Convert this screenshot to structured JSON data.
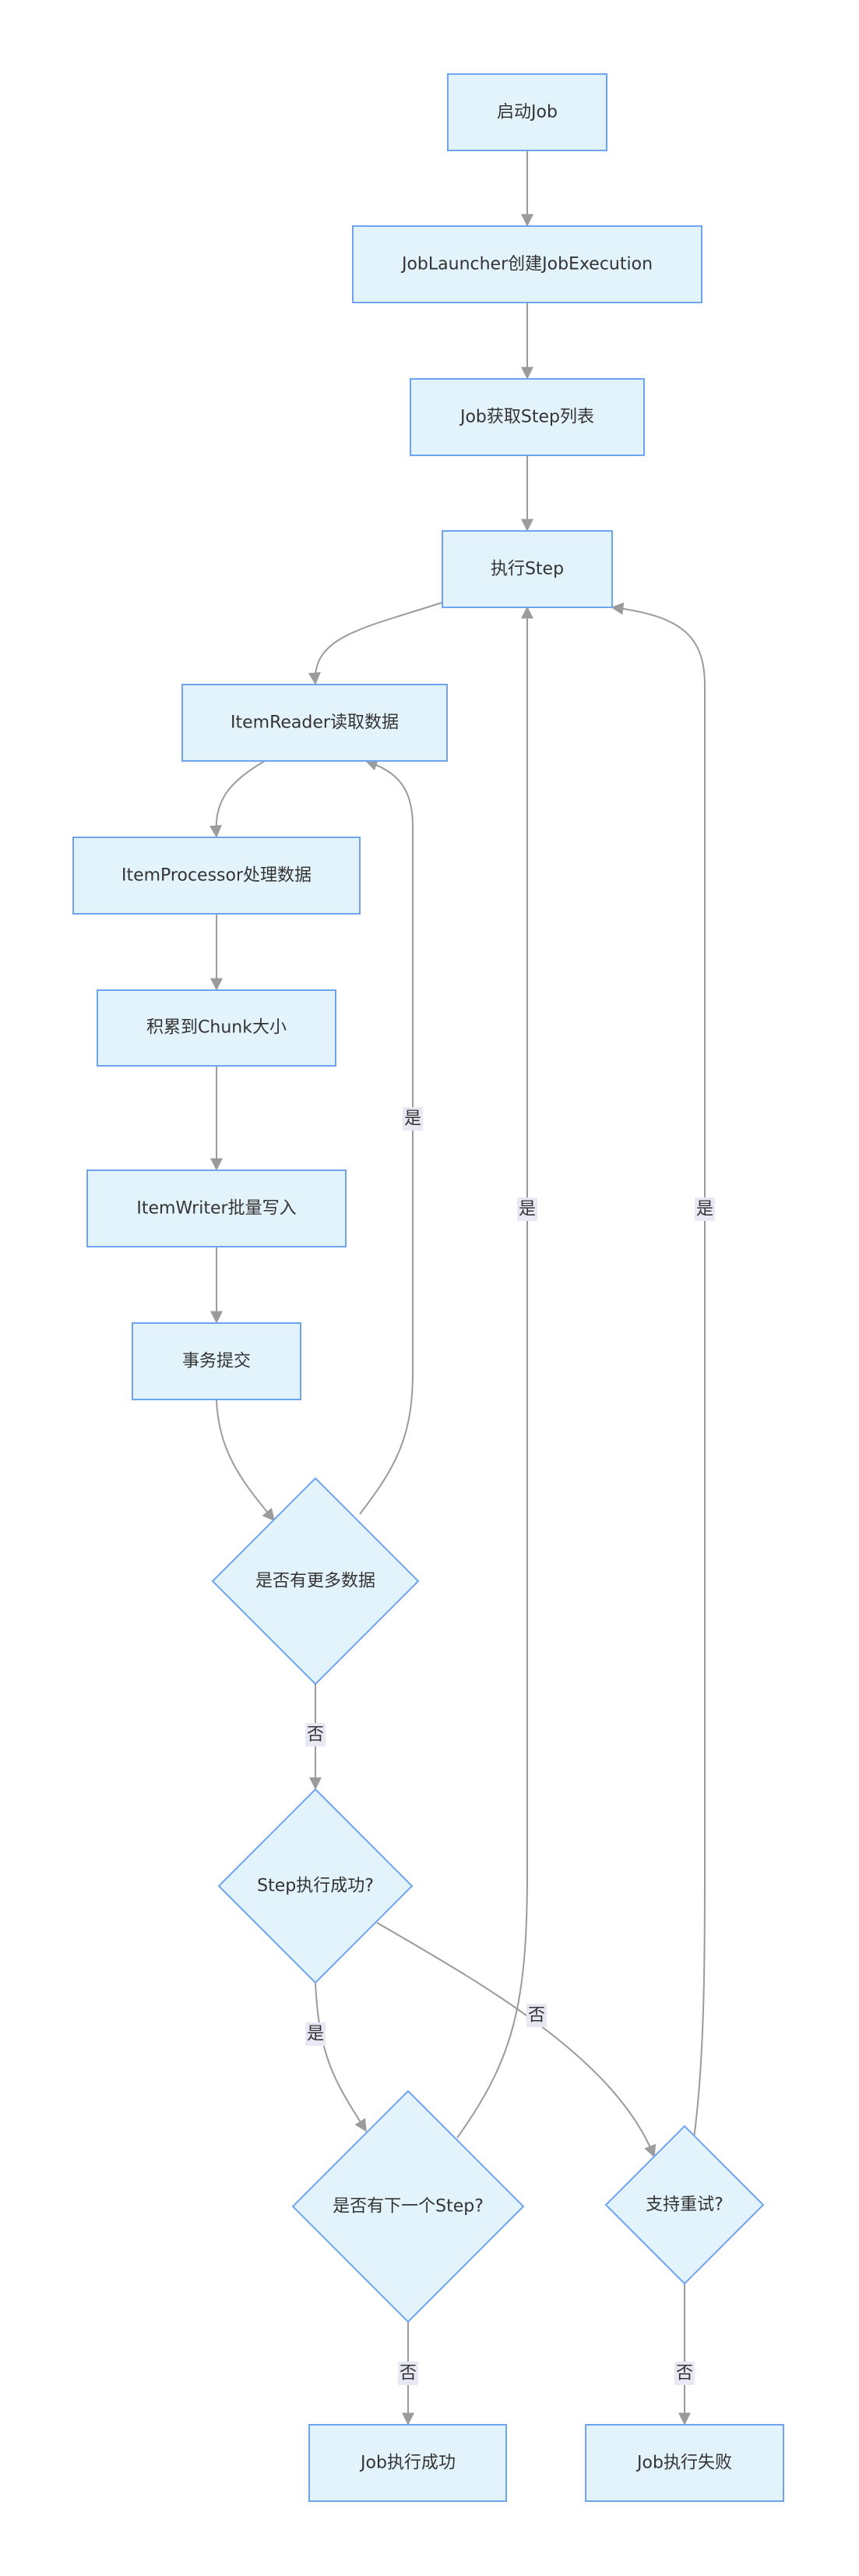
{
  "nodes": {
    "start": "启动Job",
    "launcher": "JobLauncher创建JobExecution",
    "get_steps": "Job获取Step列表",
    "exec_step": "执行Step",
    "reader": "ItemReader读取数据",
    "processor": "ItemProcessor处理数据",
    "chunk": "积累到Chunk大小",
    "writer": "ItemWriter批量写入",
    "commit": "事务提交",
    "more_data": "是否有更多数据",
    "step_ok": "Step执行成功?",
    "next_step": "是否有下一个Step?",
    "retry": "支持重试?",
    "job_ok": "Job执行成功",
    "job_fail": "Job执行失败"
  },
  "edge_labels": {
    "more_yes": "是",
    "more_no": "否",
    "ok_yes": "是",
    "ok_no": "否",
    "next_yes": "是",
    "next_no": "否",
    "retry_yes": "是",
    "retry_no": "否"
  },
  "colors": {
    "node_fill": "#e3f3fb",
    "node_stroke": "#6ea3f0",
    "edge": "#9b9b9b",
    "label_bg": "#e8e8f5"
  }
}
